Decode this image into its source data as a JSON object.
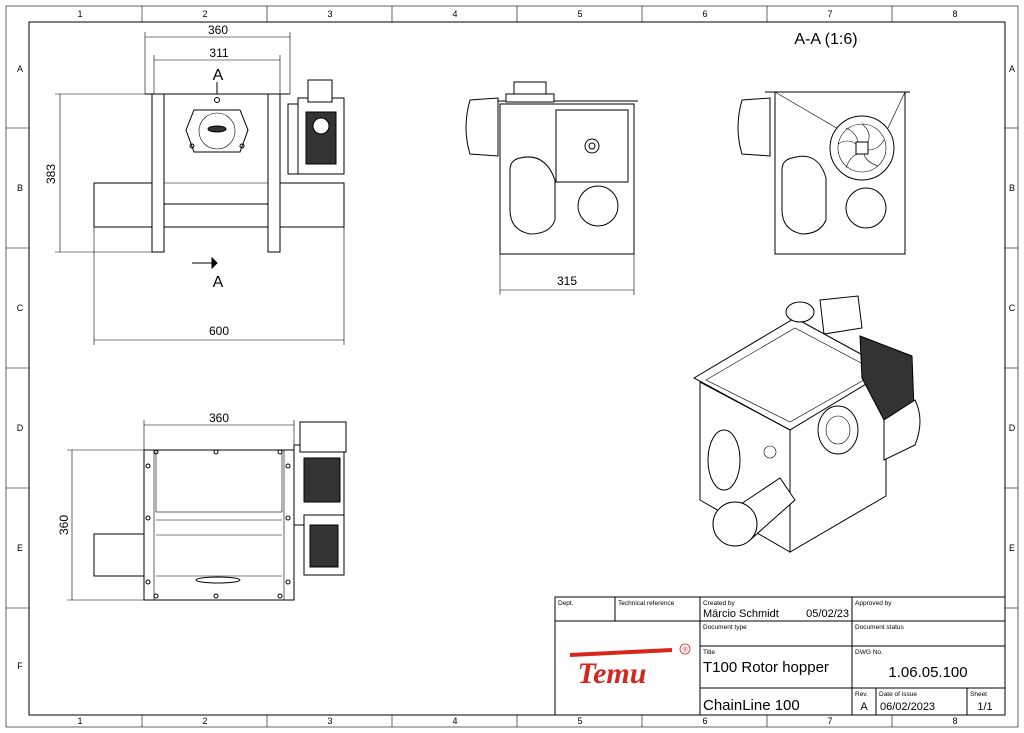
{
  "sheet": {
    "columns": [
      "1",
      "2",
      "3",
      "4",
      "5",
      "6",
      "7",
      "8"
    ],
    "rows": [
      "A",
      "B",
      "C",
      "D",
      "E",
      "F"
    ]
  },
  "section_label": "A-A (1:6)",
  "dimensions": {
    "front_width": "360",
    "front_inner": "311",
    "front_height": "383",
    "front_overall": "600",
    "section_mark": "A",
    "side_width": "315",
    "top_width": "360",
    "top_depth": "360"
  },
  "title_block": {
    "dept_label": "Dept.",
    "tech_ref_label": "Technical reference",
    "created_by_label": "Created by",
    "created_by": "Márcio Schmidt",
    "created_date": "05/02/23",
    "approved_by_label": "Approved by",
    "doc_type_label": "Document type",
    "doc_status_label": "Document status",
    "title_label": "Title",
    "title": "T100 Rotor hopper",
    "subtitle": "ChainLine 100",
    "dwg_label": "DWG No.",
    "dwg_no": "1.06.05.100",
    "rev_label": "Rev.",
    "rev": "A",
    "issue_label": "Date of issue",
    "issue_date": "06/02/2023",
    "sheet_label": "Sheet",
    "sheet": "1/1",
    "logo_text": "Temu",
    "logo_mark": "®"
  },
  "colors": {
    "logo": "#d7261e",
    "line": "#000000"
  }
}
